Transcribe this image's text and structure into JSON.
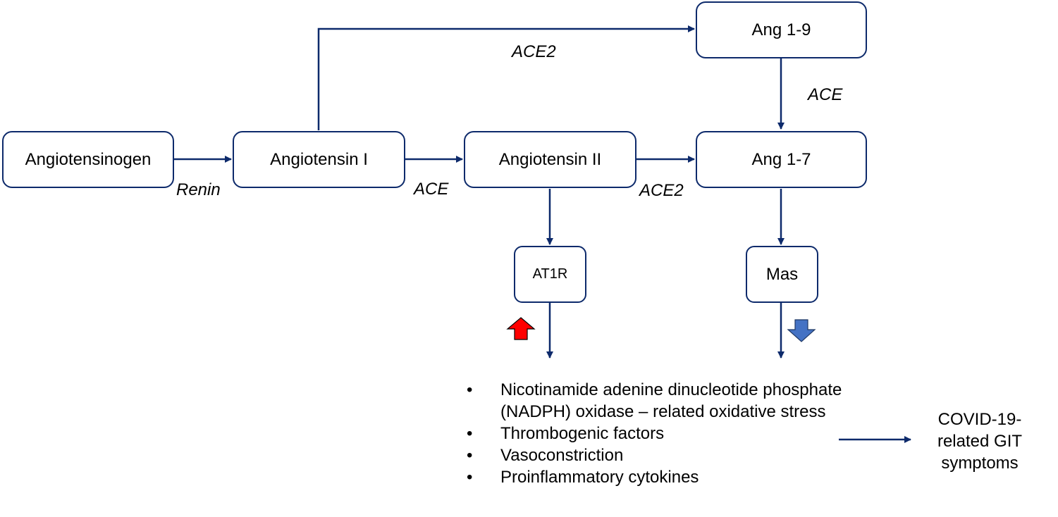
{
  "nodes": {
    "angiotensinogen": "Angiotensinogen",
    "angiotensin_1": "Angiotensin I",
    "angiotensin_2": "Angiotensin II",
    "ang_1_7": "Ang 1-7",
    "ang_1_9": "Ang 1-9",
    "at1r": "AT1R",
    "mas": "Mas"
  },
  "enzymes": {
    "renin": "Renin",
    "ace_main": "ACE",
    "ace2_main": "ACE2",
    "ace2_top": "ACE2",
    "ace_right": "ACE"
  },
  "effects": [
    "Nicotinamide adenine dinucleotide phosphate (NADPH) oxidase – related oxidative stress",
    "Thrombogenic factors",
    "Vasoconstriction",
    "Proinflammatory cytokines"
  ],
  "outcome": "COVID-19-related GIT symptoms",
  "colors": {
    "line": "#0d2a6b",
    "up_arrow": "#ff0000",
    "down_arrow": "#4472c4"
  },
  "icons": {
    "at1r_indicator": "up-arrow-icon",
    "mas_indicator": "down-arrow-icon"
  }
}
